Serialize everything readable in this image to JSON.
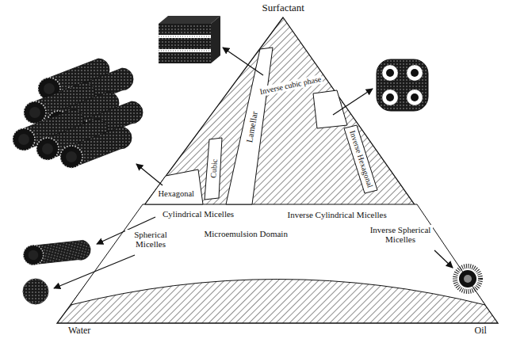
{
  "diagram": {
    "labels": [
      "Surfactant",
      "Water",
      "Oil",
      "Lamellar",
      "Cubic",
      "Hexagonal",
      "Inverse cubic phase",
      "Inverse Hexagonal",
      "Cylindrical Micelles",
      "Inverse Cylindrical Micelles",
      "Spherical Micelles",
      "Microemulsion Domain",
      "Inverse Spherical Micelles"
    ]
  }
}
